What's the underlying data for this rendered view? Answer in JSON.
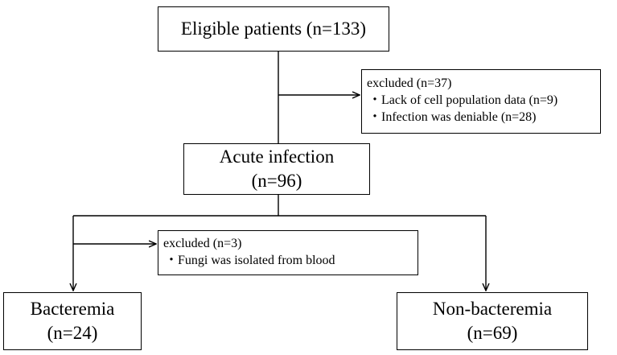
{
  "diagram": {
    "eligible": {
      "label": "Eligible patients (n=133)"
    },
    "excluded_first": {
      "title": "excluded (n=37)",
      "items": [
        "・Lack of cell population data (n=9)",
        "・Infection was deniable (n=28)"
      ]
    },
    "acute": {
      "line1": "Acute infection",
      "line2": "(n=96)"
    },
    "excluded_second": {
      "title": "excluded (n=3)",
      "items": [
        "・Fungi was isolated from blood"
      ]
    },
    "bacteremia": {
      "line1": "Bacteremia",
      "line2": "(n=24)"
    },
    "non_bacteremia": {
      "line1": "Non-bacteremia",
      "line2": "(n=69)"
    }
  }
}
